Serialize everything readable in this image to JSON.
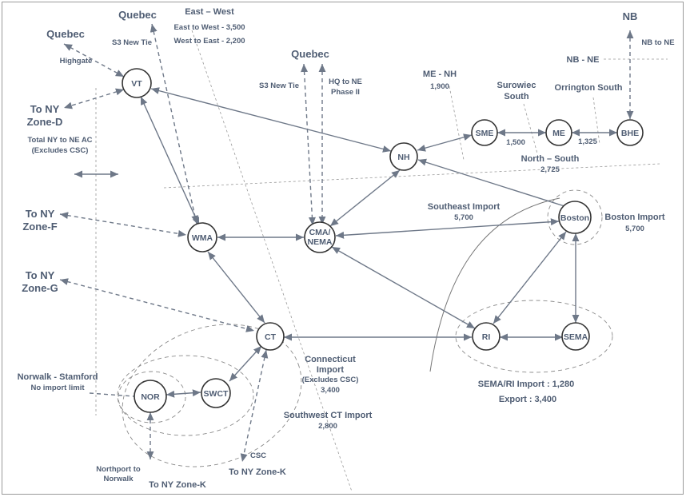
{
  "nodes": {
    "vt": "VT",
    "nh": "NH",
    "sme": "SME",
    "me": "ME",
    "bhe": "BHE",
    "wma": "WMA",
    "cma_1": "CMA/",
    "cma_2": "NEMA",
    "boston": "Boston",
    "ct": "CT",
    "ri": "RI",
    "sema": "SEMA",
    "nor": "NOR",
    "swct": "SWCT"
  },
  "labels": {
    "quebec_highgate": "Quebec",
    "highgate": "Highgate",
    "quebec_s3": "Quebec",
    "s3_new_tie": "S3 New Tie",
    "east_west": "East – West",
    "east_to_west": "East to West - 3,500",
    "west_to_east": "West to East - 2,200",
    "quebec_phase2": "Quebec",
    "s3_new_tie_2": "S3 New Tie",
    "hq_to_ne_1": "HQ to NE",
    "hq_to_ne_2": "Phase II",
    "me_nh": "ME - NH",
    "me_nh_val": "1,900",
    "surowiec_1": "Surowiec",
    "surowiec_2": "South",
    "orrington": "Orrington South",
    "nb": "NB",
    "nb_to_ne": "NB to NE",
    "nb_ne": "NB - NE",
    "sme_me_val": "1,500",
    "me_bhe_val": "1,325",
    "north_south": "North – South",
    "north_south_val": "2,725",
    "to_ny_d_1": "To NY",
    "to_ny_d_2": "Zone-D",
    "total_ny_1": "Total NY to NE AC",
    "total_ny_2": "(Excludes CSC)",
    "to_ny_f_1": "To NY",
    "to_ny_f_2": "Zone-F",
    "to_ny_g_1": "To NY",
    "to_ny_g_2": "Zone-G",
    "southeast_import": "Southeast  Import",
    "southeast_val": "5,700",
    "boston_import": "Boston Import",
    "boston_val": "5,700",
    "ct_import_1": "Connecticut",
    "ct_import_2": "Import",
    "ct_import_3": "(Excludes CSC)",
    "ct_import_val": "3,400",
    "norwalk_stamford": "Norwalk - Stamford",
    "no_import_limit": "No import limit",
    "swct_import": "Southwest CT Import",
    "swct_val": "2,800",
    "sema_ri_import": "SEMA/RI Import : 1,280",
    "export": "Export : 3,400",
    "northport_1": "Northport to",
    "northport_2": "Norwalk",
    "to_ny_k_1": "To NY Zone-K",
    "csc": "CSC",
    "to_ny_k_2": "To NY Zone-K"
  },
  "colors": {
    "text": "#4f5d73",
    "line": "#6e7888"
  }
}
